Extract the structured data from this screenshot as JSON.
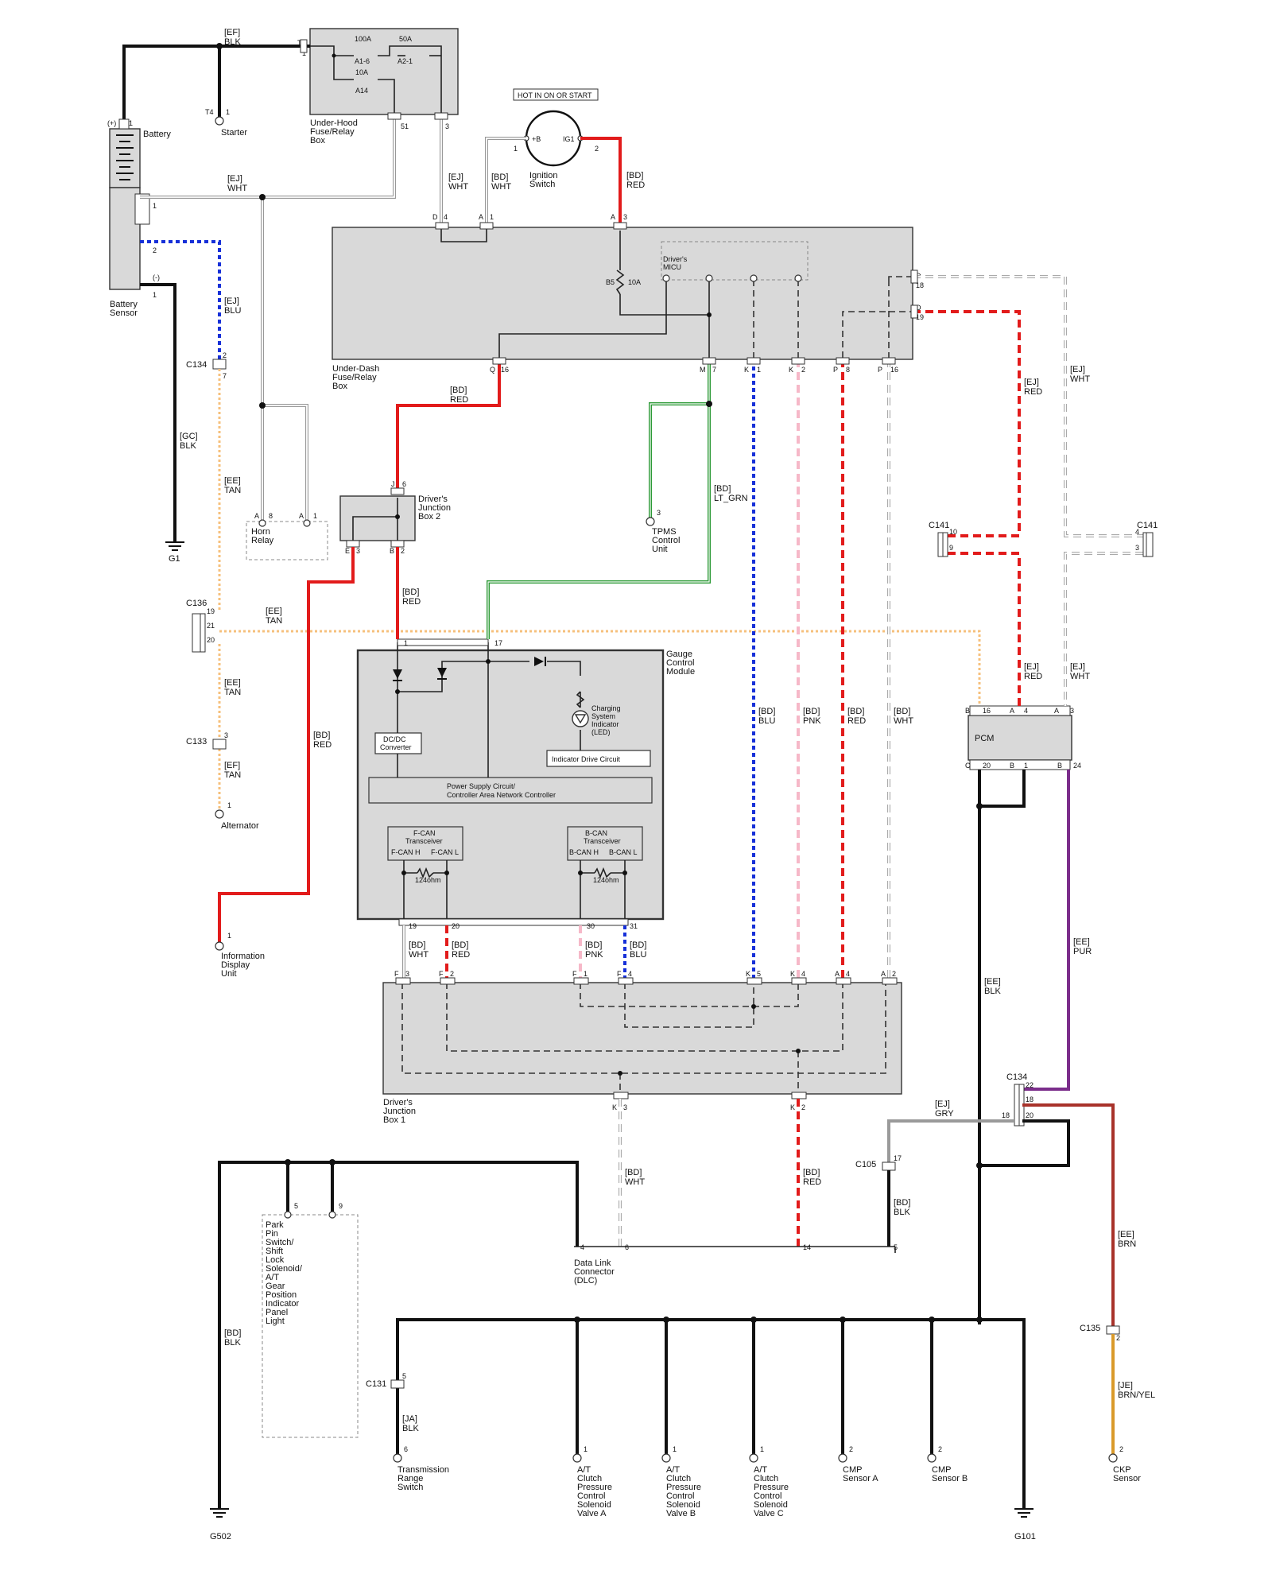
{
  "battery": {
    "label": "Battery",
    "plus": "(+)",
    "pin_plus": "1"
  },
  "battery_sensor": {
    "label1": "Battery",
    "label2": "Sensor",
    "minus": "(-)",
    "pin1": "1",
    "pin2": "2",
    "pin_minus": "1"
  },
  "underhood_box": {
    "label1": "Under-Hood",
    "label2": "Fuse/Relay",
    "label3": "Box",
    "t1": "T1",
    "pin_t1": "1",
    "fuse1_amp": "100A",
    "fuse1_id": "A1-6",
    "fuse2_amp": "50A",
    "fuse2_id": "A2-1",
    "fuse3_amp": "10A",
    "fuse3_id": "A14",
    "pin51": "51",
    "pin3": "3"
  },
  "starter": {
    "conn": "T4",
    "pin": "1",
    "label": "Starter"
  },
  "ignition": {
    "flag": "HOT IN ON OR START",
    "label1": "Ignition",
    "label2": "Switch",
    "pin1": "1",
    "pin2": "2",
    "plus_b": "+B",
    "ig1": "IG1"
  },
  "underdash_box": {
    "label1": "Under-Dash",
    "label2": "Fuse/Relay",
    "label3": "Box",
    "micu1": "Driver's",
    "micu2": "MICU",
    "fuse_id": "B5",
    "fuse_amp": "10A",
    "pin_d4": "D",
    "pin_d4n": "4",
    "pin_a1": "A",
    "pin_a1n": "1",
    "pin_a3": "A",
    "pin_a3n": "3",
    "pin_d18": "D",
    "pin_d18n": "18",
    "pin_d19": "D",
    "pin_d19n": "19",
    "pin_q16": "Q",
    "pin_q16n": "16",
    "pin_m7": "M",
    "pin_m7n": "7",
    "pin_k1": "K",
    "pin_k1n": "1",
    "pin_k2": "K",
    "pin_k2n": "2",
    "pin_p8": "P",
    "pin_p8n": "8",
    "pin_p16": "P",
    "pin_p16n": "16"
  },
  "horn": {
    "label1": "Horn",
    "label2": "Relay",
    "a8": "A",
    "a8n": "8",
    "a1": "A",
    "a1n": "1"
  },
  "djb2": {
    "label1": "Driver's",
    "label2": "Junction",
    "label3": "Box 2",
    "j6": "J",
    "j6n": "6",
    "e3": "E",
    "e3n": "3",
    "b2": "B",
    "b2n": "2"
  },
  "tpms": {
    "pin": "3",
    "label1": "TPMS",
    "label2": "Control",
    "label3": "Unit"
  },
  "gauge": {
    "label1": "Gauge",
    "label2": "Control",
    "label3": "Module",
    "pin1": "1",
    "pin17": "17",
    "charging1": "Charging",
    "charging2": "System",
    "charging3": "Indicator",
    "charging4": "(LED)",
    "dcdc1": "DC/DC",
    "dcdc2": "Converter",
    "idc": "Indicator Drive Circuit",
    "psc1": "Power Supply Circuit/",
    "psc2": "Controller Area Network Controller",
    "fcan1": "F-CAN",
    "fcan2": "Transceiver",
    "fcanh": "F-CAN H",
    "fcanl": "F-CAN L",
    "bcan1": "B-CAN",
    "bcan2": "Transceiver",
    "bcanh": "B-CAN H",
    "bcanl": "B-CAN L",
    "res1": "124ohm",
    "res2": "124ohm",
    "pin19": "19",
    "pin20": "20",
    "pin30": "30",
    "pin31": "31"
  },
  "c134": {
    "label": "C134",
    "pin2": "2",
    "pin7": "7",
    "lower_22": "22",
    "lower_18a": "18",
    "lower_18b": "18",
    "lower_20": "20"
  },
  "c136": {
    "label": "C136",
    "pin19": "19",
    "pin21": "21",
    "pin20": "20"
  },
  "c133": {
    "label": "C133",
    "pin": "3"
  },
  "alternator": {
    "pin": "1",
    "label": "Alternator"
  },
  "g1": {
    "label": "G1"
  },
  "info_display": {
    "pin": "1",
    "label1": "Information",
    "label2": "Display",
    "label3": "Unit"
  },
  "c141a": {
    "label": "C141",
    "pin10": "10",
    "pin9": "9"
  },
  "c141b": {
    "label": "C141",
    "pin4": "4",
    "pin3": "3"
  },
  "pcm": {
    "label": "PCM",
    "b16": "B",
    "b16n": "16",
    "a4": "A",
    "a4n": "4",
    "a3": "A",
    "a3n": "3",
    "c20": "C",
    "c20n": "20",
    "b1": "B",
    "b1n": "1",
    "b24": "B",
    "b24n": "24"
  },
  "djb1": {
    "label1": "Driver's",
    "label2": "Junction",
    "label3": "Box 1",
    "f3": "F",
    "f3n": "3",
    "f2": "F",
    "f2n": "2",
    "f1": "F",
    "f1n": "1",
    "f4": "F",
    "f4n": "4",
    "k5": "K",
    "k5n": "5",
    "k4": "K",
    "k4n": "4",
    "a4": "A",
    "a4n": "4",
    "a2": "A",
    "a2n": "2",
    "k3": "K",
    "k3n": "3",
    "k2": "K",
    "k2n": "2"
  },
  "park_pin": {
    "pin5": "5",
    "pin9": "9",
    "l1": "Park",
    "l2": "Pin",
    "l3": "Switch/",
    "l4": "Shift",
    "l5": "Lock",
    "l6": "Solenoid/",
    "l7": "A/T",
    "l8": "Gear",
    "l9": "Position",
    "l10": "Indicator",
    "l11": "Panel",
    "l12": "Light"
  },
  "dlc": {
    "l1": "Data Link",
    "l2": "Connector",
    "l3": "(DLC)",
    "pin4": "4",
    "pin6": "6",
    "pin14": "14",
    "pin5": "5"
  },
  "c105": {
    "label": "C105",
    "pin": "17"
  },
  "c131": {
    "label": "C131",
    "pin": "5"
  },
  "c135": {
    "label": "C135",
    "pin": "2"
  },
  "trs": {
    "pin": "6",
    "l1": "Transmission",
    "l2": "Range",
    "l3": "Switch"
  },
  "sol_a": {
    "pin": "1",
    "l1": "A/T",
    "l2": "Clutch",
    "l3": "Pressure",
    "l4": "Control",
    "l5": "Solenoid",
    "l6": "Valve A"
  },
  "sol_b": {
    "pin": "1",
    "l1": "A/T",
    "l2": "Clutch",
    "l3": "Pressure",
    "l4": "Control",
    "l5": "Solenoid",
    "l6": "Valve B"
  },
  "sol_c": {
    "pin": "1",
    "l1": "A/T",
    "l2": "Clutch",
    "l3": "Pressure",
    "l4": "Control",
    "l5": "Solenoid",
    "l6": "Valve C"
  },
  "cmp_a": {
    "pin": "2",
    "l1": "CMP",
    "l2": "Sensor A"
  },
  "cmp_b": {
    "pin": "2",
    "l1": "CMP",
    "l2": "Sensor B"
  },
  "ckp": {
    "pin": "2",
    "l1": "CKP",
    "l2": "Sensor"
  },
  "g502": {
    "label": "G502"
  },
  "g101": {
    "label": "G101"
  },
  "wires": {
    "ef_blk": "[EF]",
    "ef_blk_c": "BLK",
    "ej_wht1": "[EJ]",
    "ej_wht1_c": "WHT",
    "ej_wht2": "[EJ]",
    "ej_wht2_c": "WHT",
    "bd_wht1": "[BD]",
    "bd_wht1_c": "WHT",
    "bd_red1": "[BD]",
    "bd_red1_c": "RED",
    "ej_blu": "[EJ]",
    "ej_blu_c": "BLU",
    "gc_blk": "[GC]",
    "gc_blk_c": "BLK",
    "ee_tan1": "[EE]",
    "ee_tan1_c": "TAN",
    "ee_tan2": "[EE]",
    "ee_tan2_c": "TAN",
    "ee_tan3": "[EE]",
    "ee_tan3_c": "TAN",
    "ef_tan": "[EF]",
    "ef_tan_c": "TAN",
    "bd_red2": "[BD]",
    "bd_red2_c": "RED",
    "bd_red3": "[BD]",
    "bd_red3_c": "RED",
    "bd_red4": "[BD]",
    "bd_red4_c": "RED",
    "bd_ltgrn": "[BD]",
    "bd_ltgrn_c": "LT_GRN",
    "ej_red1": "[EJ]",
    "ej_red1_c": "RED",
    "ej_wht3": "[EJ]",
    "ej_wht3_c": "WHT",
    "ej_red2": "[EJ]",
    "ej_red2_c": "RED",
    "ej_wht4": "[EJ]",
    "ej_wht4_c": "WHT",
    "bd_blu1": "[BD]",
    "bd_blu1_c": "BLU",
    "bd_pnk1": "[BD]",
    "bd_pnk1_c": "PNK",
    "bd_red5": "[BD]",
    "bd_red5_c": "RED",
    "bd_wht2": "[BD]",
    "bd_wht2_c": "WHT",
    "bd_wht3": "[BD]",
    "bd_wht3_c": "WHT",
    "bd_red6": "[BD]",
    "bd_red6_c": "RED",
    "bd_pnk2": "[BD]",
    "bd_pnk2_c": "PNK",
    "bd_blu2": "[BD]",
    "bd_blu2_c": "BLU",
    "ee_blk": "[EE]",
    "ee_blk_c": "BLK",
    "ee_pur": "[EE]",
    "ee_pur_c": "PUR",
    "ej_gry": "[EJ]",
    "ej_gry_c": "GRY",
    "bd_wht4": "[BD]",
    "bd_wht4_c": "WHT",
    "bd_red7": "[BD]",
    "bd_red7_c": "RED",
    "bd_blk1": "[BD]",
    "bd_blk1_c": "BLK",
    "ee_brn": "[EE]",
    "ee_brn_c": "BRN",
    "bd_blk2": "[BD]",
    "bd_blk2_c": "BLK",
    "ja_blk": "[JA]",
    "ja_blk_c": "BLK",
    "je_brnyel": "[JE]",
    "je_brnyel_c": "BRN/YEL"
  }
}
